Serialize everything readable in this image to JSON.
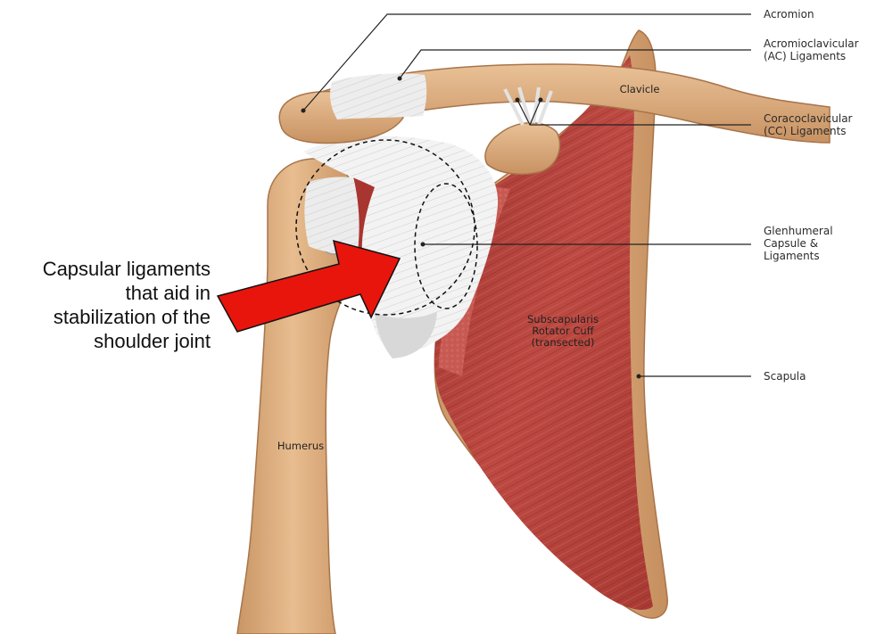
{
  "colors": {
    "bone": "#e3b587",
    "bone_shade": "#c99666",
    "muscle": "#b3403a",
    "muscle_dark": "#8d2b27",
    "ligament": "#f2f2f2",
    "pointer_arrow": "#e8150c",
    "leader_line": "#222222"
  },
  "callouts": {
    "acromion": "Acromion",
    "ac_ligaments": [
      "Acromioclavicular",
      "(AC) Ligaments"
    ],
    "cc_ligaments": [
      "Coracoclavicular",
      "(CC) Ligaments"
    ],
    "glenohumeral": [
      "Glenhumeral",
      "Capsule &",
      "Ligaments"
    ],
    "scapula": "Scapula"
  },
  "labels": {
    "clavicle": "Clavicle",
    "humerus": "Humerus",
    "subscapularis": [
      "Subscapularis",
      "Rotator Cuff",
      "(transected)"
    ]
  },
  "pointer": {
    "caption": [
      "Capsular ligaments",
      "that aid in",
      "stabilization of the",
      "shoulder joint"
    ],
    "icon": "red-arrow-icon"
  }
}
